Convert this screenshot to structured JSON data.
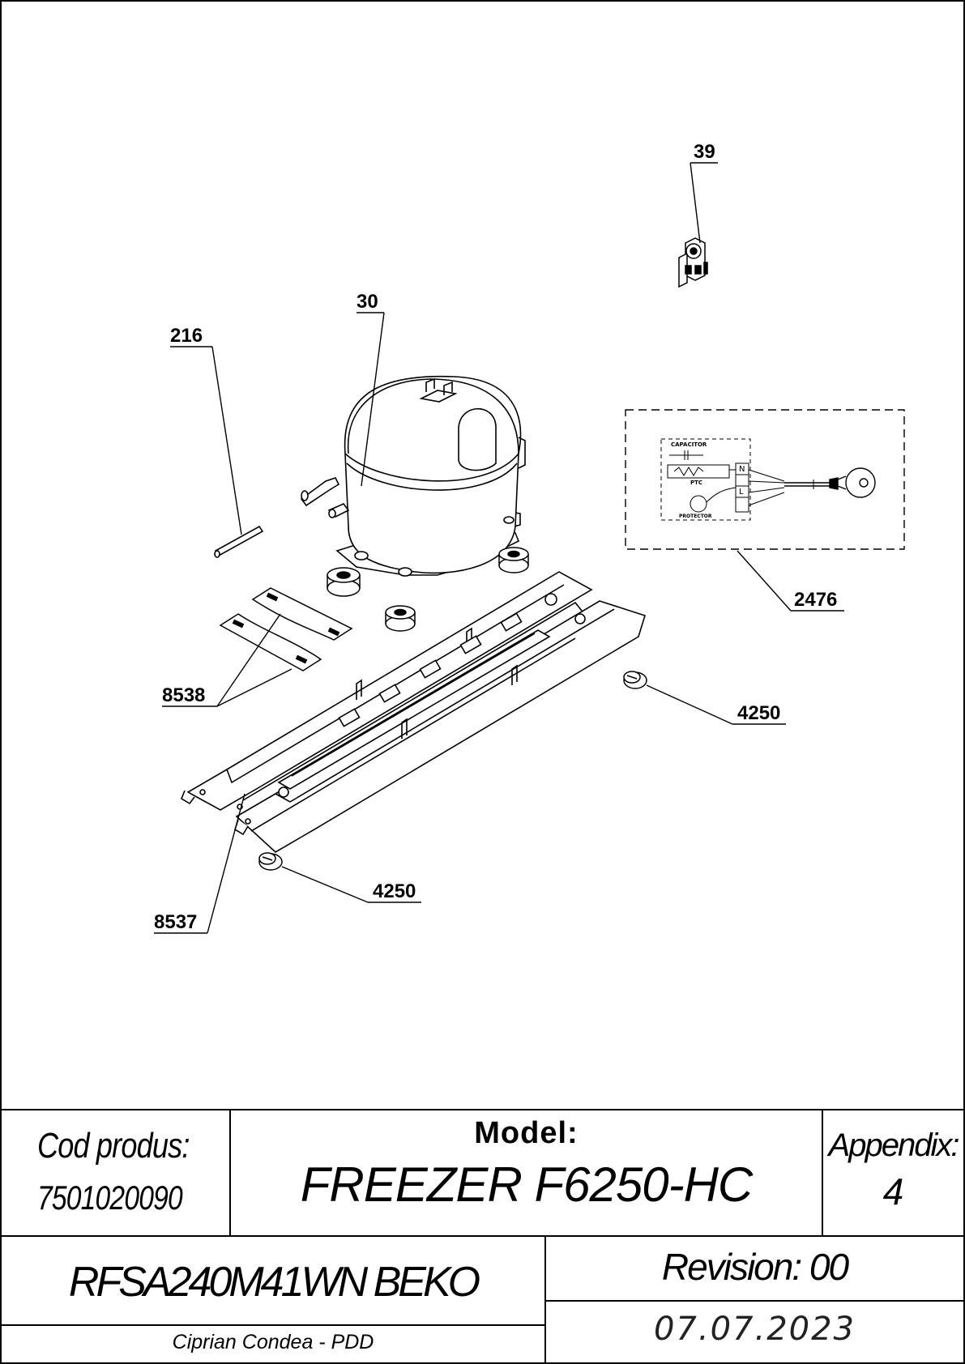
{
  "callouts": {
    "p39": "39",
    "p30": "30",
    "p216": "216",
    "p2476": "2476",
    "p8538": "8538",
    "p4250a": "4250",
    "p4250b": "4250",
    "p8537": "8537"
  },
  "wiring": {
    "capacitor": "CAPACITOR",
    "ptc": "PTC",
    "protector": "PROTECTOR",
    "terminal_n": "N",
    "terminal_l": "L"
  },
  "title_block": {
    "cod_label": "Cod produs:",
    "cod_value": "7501020090",
    "model_label": "Model:",
    "model_value": "FREEZER F6250-HC",
    "appendix_label": "Appendix:",
    "appendix_value": "4",
    "product_name": "RFSA240M41WN BEKO",
    "revision": "Revision: 00",
    "author": "Ciprian Condea - PDD",
    "date": "07.07.2023"
  }
}
